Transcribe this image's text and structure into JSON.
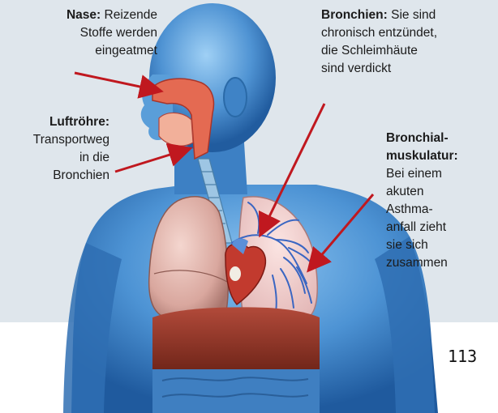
{
  "labels": {
    "nase": {
      "title": "Nase:",
      "line1": "Reizende",
      "line2": "Stoffe werden",
      "line3": "eingeatmet"
    },
    "luftroehre": {
      "title": "Luftröhre:",
      "line1": "Transportweg",
      "line2": "in die",
      "line3": "Bronchien"
    },
    "bronchien": {
      "title": "Bronchien:",
      "line1": "Sie sind",
      "line2": "chronisch entzündet,",
      "line3": "die Schleimhäute",
      "line4": "sind verdickt"
    },
    "muskulatur": {
      "title1": "Bronchial-",
      "title2": "muskulatur:",
      "line1": "Bei einem",
      "line2": "akuten",
      "line3": "Asthma-",
      "line4": "anfall zieht",
      "line5": "sie sich",
      "line6": "zusammen"
    }
  },
  "page_number": "113",
  "colors": {
    "panel": "#dfe6ec",
    "arrow": "#c0181f",
    "body_blue": "#4f95d6"
  }
}
